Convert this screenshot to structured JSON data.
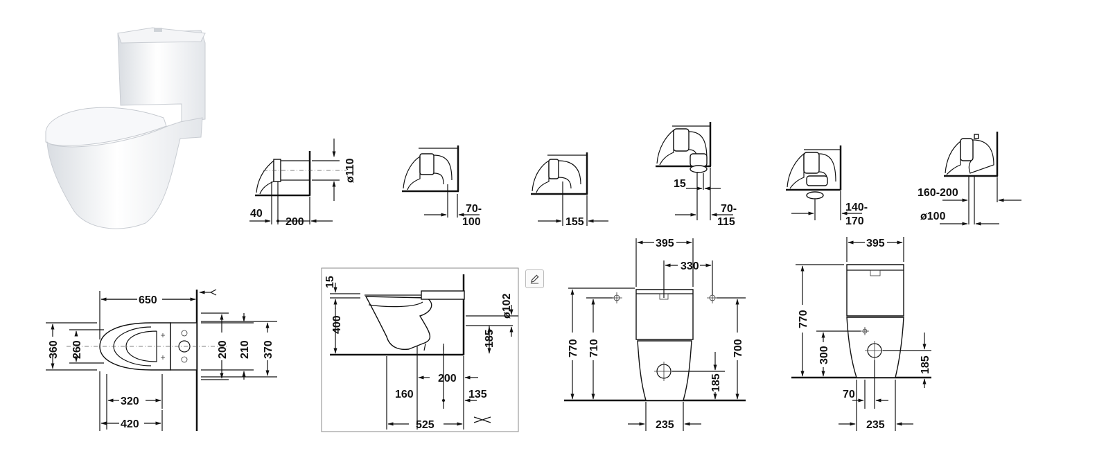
{
  "product_photo": {
    "icon": "toilet-photo"
  },
  "pipe_details": [
    {
      "labels": [
        "ø110",
        "40",
        "200"
      ]
    },
    {
      "labels": [
        "70-",
        "100"
      ]
    },
    {
      "labels": [
        "155"
      ]
    },
    {
      "labels": [
        "15",
        "70-",
        "115"
      ]
    },
    {
      "labels": [
        "140-",
        "170"
      ]
    },
    {
      "labels": [
        "160-200",
        "ø100"
      ]
    }
  ],
  "top_view": {
    "labels": [
      "650",
      "360",
      "260",
      "200",
      "210",
      "370",
      "320",
      "420"
    ]
  },
  "section_view": {
    "labels": [
      "15",
      "400",
      "ø102",
      "185",
      "200",
      "160",
      "135",
      "525"
    ]
  },
  "front_view": {
    "labels": [
      "395",
      "330",
      "770",
      "710",
      "700",
      "185",
      "235"
    ]
  },
  "side_view": {
    "labels": [
      "395",
      "770",
      "300",
      "185",
      "70",
      "235"
    ]
  },
  "toolbar": {
    "edit_icon": "pencil-icon"
  },
  "colors": {
    "line": "#111111",
    "background": "#ffffff",
    "frame": "#888888"
  }
}
